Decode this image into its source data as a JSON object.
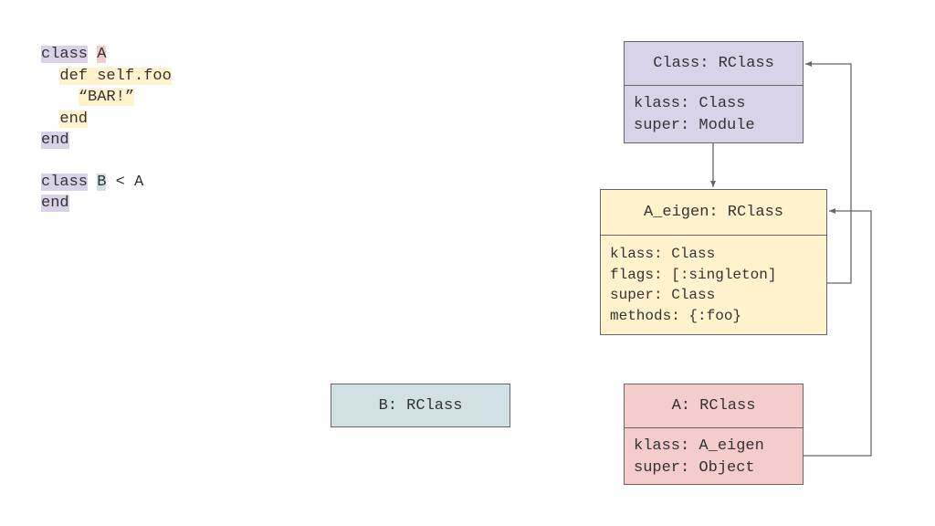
{
  "code": {
    "lines": [
      {
        "parts": [
          {
            "t": "class",
            "hl": "purple"
          },
          {
            "t": " "
          },
          {
            "t": "A",
            "hl": "red"
          }
        ]
      },
      {
        "parts": [
          {
            "t": "  "
          },
          {
            "t": "def self.foo",
            "hl": "yellow"
          }
        ]
      },
      {
        "parts": [
          {
            "t": "    "
          },
          {
            "t": "“BAR!”",
            "hl": "yellow"
          }
        ]
      },
      {
        "parts": [
          {
            "t": "  "
          },
          {
            "t": "end",
            "hl": "yellow"
          }
        ]
      },
      {
        "parts": [
          {
            "t": "end",
            "hl": "purple"
          }
        ]
      },
      {
        "gap": true
      },
      {
        "parts": [
          {
            "t": "class",
            "hl": "purple"
          },
          {
            "t": " "
          },
          {
            "t": "B",
            "hl": "teal"
          },
          {
            "t": " < A"
          }
        ]
      },
      {
        "parts": [
          {
            "t": "end",
            "hl": "purple"
          }
        ]
      }
    ]
  },
  "boxes": {
    "class_rclass": {
      "title": "Class: RClass",
      "fields": [
        "klass: Class",
        "super: Module"
      ],
      "color": "#d9d2e9"
    },
    "a_eigen": {
      "title": "A_eigen: RClass",
      "fields": [
        "klass: Class",
        "flags: [:singleton]",
        "super: Class",
        "methods: {:foo}"
      ],
      "color": "#fff2cc"
    },
    "b_rclass": {
      "title": "B: RClass",
      "color": "#d0e0e3"
    },
    "a_rclass": {
      "title": "A: RClass",
      "fields": [
        "klass: A_eigen",
        "super: Object"
      ],
      "color": "#f4cccc"
    }
  },
  "colors": {
    "highlight_purple": "#d9d2e9",
    "highlight_red": "#f4cccc",
    "highlight_yellow": "#fff2cc",
    "highlight_teal": "#d0e0e3",
    "line": "#666666"
  }
}
